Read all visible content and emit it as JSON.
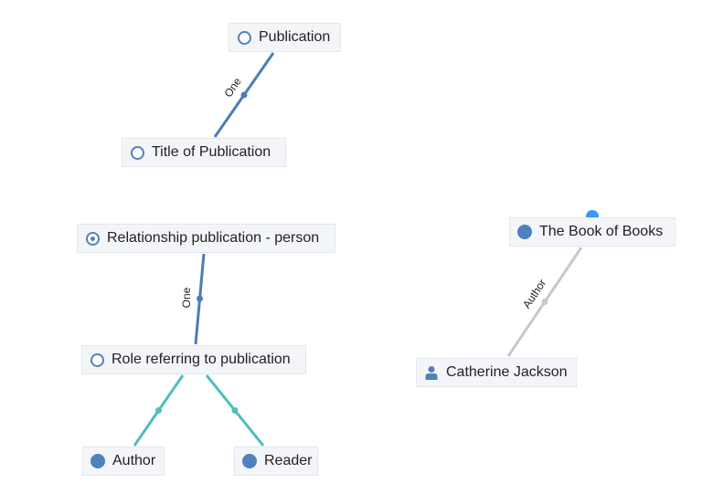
{
  "nodes": {
    "publication": {
      "label": "Publication",
      "icon": "ring-icon"
    },
    "title_of_publication": {
      "label": "Title of Publication",
      "icon": "ring-icon"
    },
    "relationship": {
      "label": "Relationship publication - person",
      "icon": "target-icon"
    },
    "role": {
      "label": "Role referring to publication",
      "icon": "ring-icon"
    },
    "author": {
      "label": "Author",
      "icon": "filled-circle-icon"
    },
    "reader": {
      "label": "Reader",
      "icon": "filled-circle-icon"
    },
    "book": {
      "label": "The Book of Books",
      "icon": "filled-circle-icon"
    },
    "catherine": {
      "label": "Catherine Jackson",
      "icon": "person-icon"
    }
  },
  "edges": {
    "publication_title": {
      "label": "One"
    },
    "relationship_role": {
      "label": "One"
    },
    "book_catherine": {
      "label": "Author"
    }
  },
  "colors": {
    "blue_edge": "#4a7fb4",
    "teal_edge": "#4ebfbb",
    "gray_edge": "#c8c8c8",
    "selection_dot": "#3b9af0",
    "icon_blue": "#4f80bf"
  }
}
